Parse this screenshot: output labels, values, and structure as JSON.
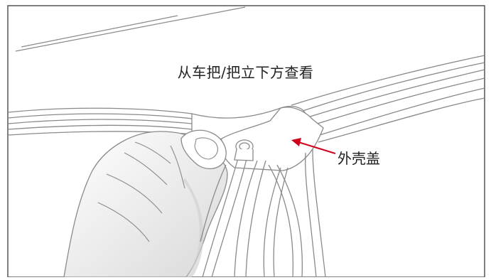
{
  "figure": {
    "caption": "从车把/把立下方查看",
    "callout_label": "外壳盖",
    "colors": {
      "frame": "#555555",
      "cable_outline": "#8a8a8a",
      "cable_fill": "#ffffff",
      "hand_shadow": "#d2d2d2",
      "arrow": "#d0021b",
      "text": "#222222"
    },
    "icons": [
      "hand-illustration",
      "cable-bundle",
      "housing-cover",
      "callout-arrow"
    ]
  }
}
